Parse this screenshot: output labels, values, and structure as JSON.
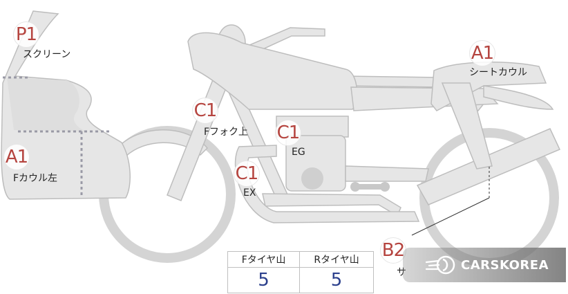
{
  "labels": {
    "p1": {
      "code": "P1",
      "name": "スクリーン"
    },
    "a1_left": {
      "code": "A1",
      "name": "Fカウル左"
    },
    "c1_fork": {
      "code": "C1",
      "name": "Fフォク上"
    },
    "c1_eg": {
      "code": "C1",
      "name": "EG"
    },
    "c1_ex": {
      "code": "C1",
      "name": "EX"
    },
    "a1_seat": {
      "code": "A1",
      "name": "シートカウル"
    },
    "b2": {
      "code": "B2",
      "name": "サ"
    }
  },
  "tire_table": {
    "headers": [
      "Fタイヤ山",
      "Rタイヤ山"
    ],
    "values": [
      "5",
      "5"
    ]
  },
  "watermark": {
    "text": "CARSKOREA",
    "icon": "carskorea-logo-icon"
  },
  "colors": {
    "code": "#b5443f",
    "value": "#2b3f8c",
    "part_fill": "#e6e6e6",
    "part_stroke": "#bfbfbf"
  }
}
